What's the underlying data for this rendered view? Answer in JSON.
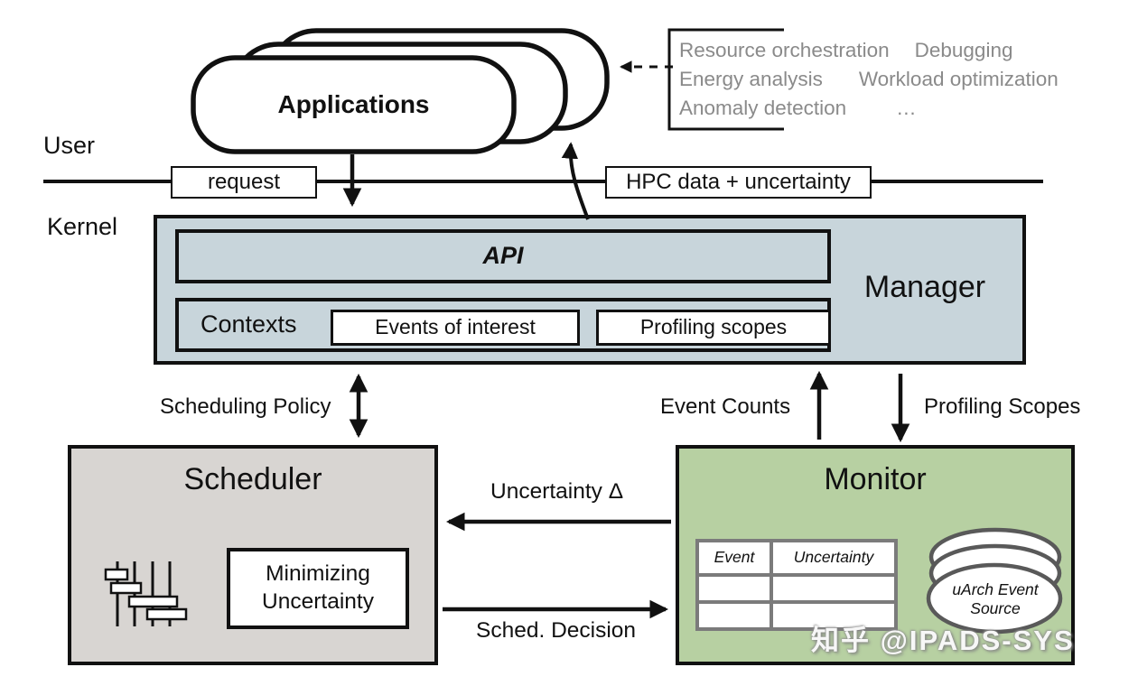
{
  "colors": {
    "manager_fill": "#c8d5db",
    "scheduler_fill": "#d8d5d2",
    "monitor_fill": "#b7d0a2",
    "table_border": "#7b7b7b",
    "ellipse_stroke": "#595959",
    "muted_text": "#8a8a8a",
    "ink": "#111111"
  },
  "top": {
    "applications": "Applications",
    "usecases": {
      "lines": [
        {
          "a": "Resource orchestration",
          "b": "Debugging"
        },
        {
          "a": "Energy analysis",
          "b": "Workload optimization"
        },
        {
          "a": "Anomaly detection",
          "b": "…"
        }
      ]
    }
  },
  "boundary": {
    "user": "User",
    "kernel": "Kernel",
    "request": "request",
    "hpc": "HPC data + uncertainty"
  },
  "manager": {
    "title": "Manager",
    "api": "API",
    "contexts": "Contexts",
    "events_of_interest": "Events of interest",
    "profiling_scopes": "Profiling scopes"
  },
  "flows": {
    "scheduling_policy": "Scheduling Policy",
    "event_counts": "Event Counts",
    "profiling_scopes": "Profiling Scopes",
    "uncertainty_delta": "Uncertainty Δ",
    "sched_decision": "Sched. Decision"
  },
  "scheduler": {
    "title": "Scheduler",
    "strategy_line1": "Minimizing",
    "strategy_line2": "Uncertainty"
  },
  "monitor": {
    "title": "Monitor",
    "table": {
      "headers": [
        "Event",
        "Uncertainty"
      ],
      "rows": [
        [
          "",
          ""
        ],
        [
          "",
          ""
        ]
      ]
    },
    "source_line1": "uArch Event",
    "source_line2": "Source"
  },
  "watermark": "知乎 @IPADS-SYS"
}
